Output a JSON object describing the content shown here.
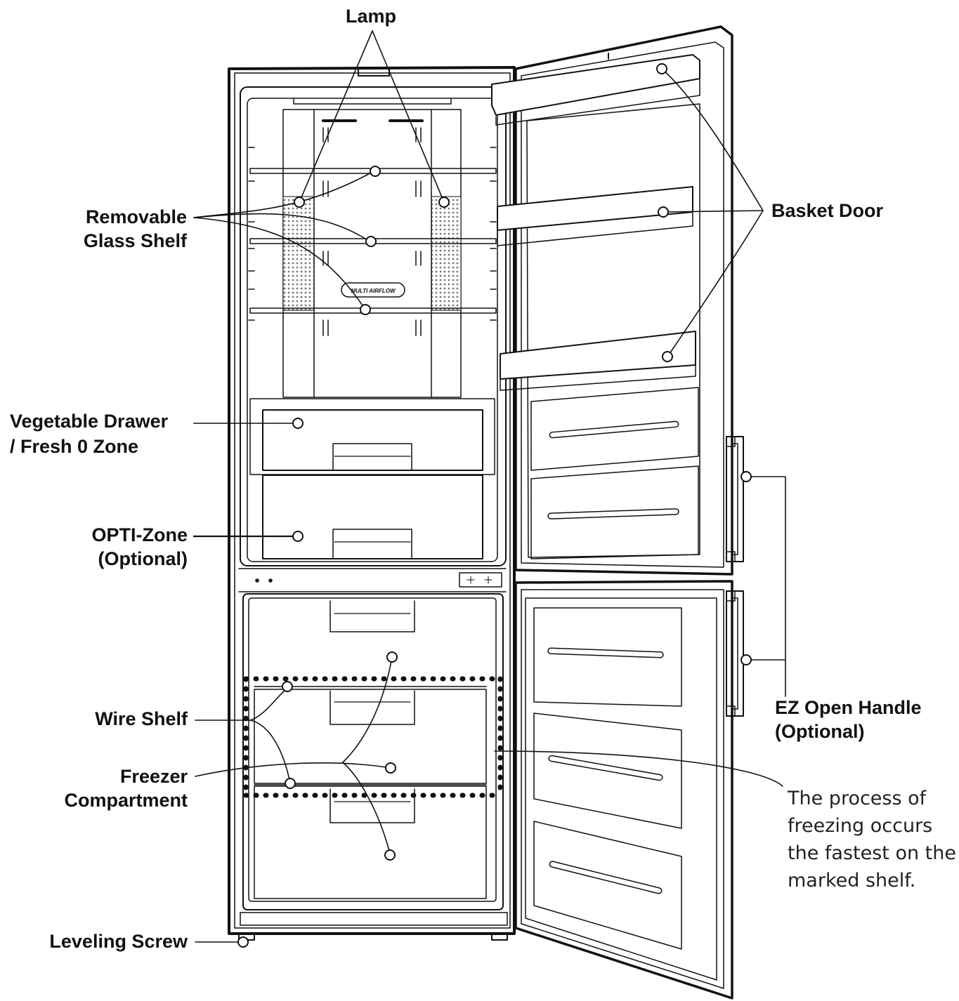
{
  "labels": {
    "lamp": "Lamp",
    "removable_glass_shelf": [
      "Removable",
      "Glass Shelf"
    ],
    "vegetable_drawer": [
      "Vegetable Drawer",
      "/ Fresh 0 Zone"
    ],
    "opti_zone": [
      "OPTI-Zone",
      "(Optional)"
    ],
    "wire_shelf": "Wire Shelf",
    "freezer_compartment": [
      "Freezer",
      "Compartment"
    ],
    "leveling_screw": "Leveling Screw",
    "basket_door": "Basket Door",
    "ez_open_handle": [
      "EZ Open Handle",
      "(Optional)"
    ],
    "panel_text": "MULTI AIRFLOW"
  },
  "note": [
    "The process of",
    "freezing occurs",
    "the fastest on the",
    "marked shelf."
  ],
  "colors": {
    "line": "#111111",
    "label": "#111111",
    "note": "#222222",
    "filter": "#777777",
    "background": "#ffffff"
  }
}
